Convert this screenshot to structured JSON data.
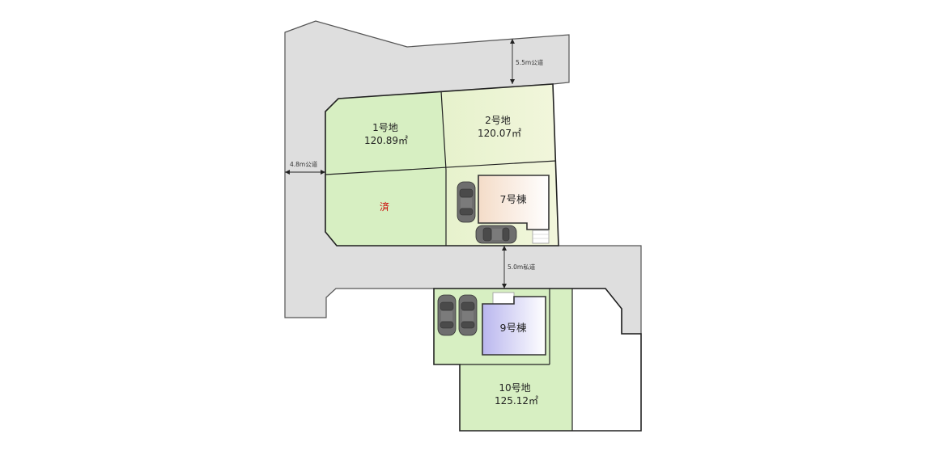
{
  "colors": {
    "lot_green_light": "#f2f6dc",
    "lot_green": "#d7efc2",
    "road": "#dedede",
    "sold_text": "#cc0000",
    "building7_left": "#f4dcc8",
    "building7_right": "#ffffff",
    "building9_left": "#b9b6ee",
    "building9_right": "#ffffff"
  },
  "roads": {
    "north": "5.5m公道",
    "west": "4.8m公道",
    "private": "5.0m私道"
  },
  "lots": [
    {
      "id": "lot1",
      "name": "1号地",
      "area": "120.89㎡"
    },
    {
      "id": "lot2",
      "name": "2号地",
      "area": "120.07㎡"
    },
    {
      "id": "lot10",
      "name": "10号地",
      "area": "125.12㎡"
    }
  ],
  "sold_label": "済",
  "buildings": [
    {
      "id": "b7",
      "name": "7号棟"
    },
    {
      "id": "b9",
      "name": "9号棟"
    }
  ],
  "icons": {
    "car": "car-icon",
    "dimension_arrow": "dimension-arrow-icon"
  }
}
